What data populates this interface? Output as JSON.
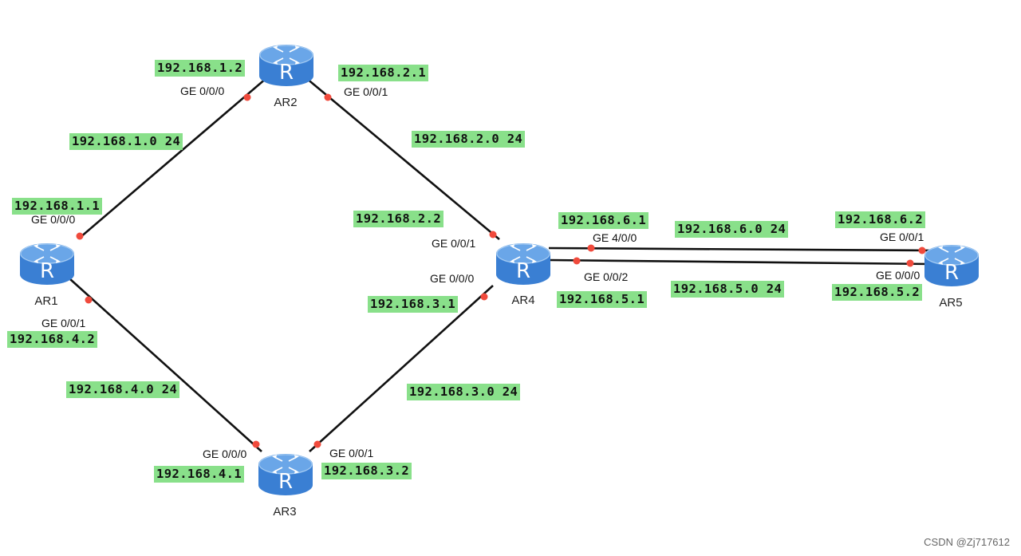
{
  "routers": {
    "ar1": {
      "name": "AR1",
      "glyph": "R"
    },
    "ar2": {
      "name": "AR2",
      "glyph": "R"
    },
    "ar3": {
      "name": "AR3",
      "glyph": "R"
    },
    "ar4": {
      "name": "AR4",
      "glyph": "R"
    },
    "ar5": {
      "name": "AR5",
      "glyph": "R"
    }
  },
  "ports": {
    "ar2_ge000": "GE 0/0/0",
    "ar2_ge001": "GE 0/0/1",
    "ar1_ge000": "GE 0/0/0",
    "ar1_ge001": "GE 0/0/1",
    "ar4_ge001": "GE 0/0/1",
    "ar4_ge000": "GE 0/0/0",
    "ar4_ge400": "GE 4/0/0",
    "ar4_ge002": "GE 0/0/2",
    "ar5_ge001": "GE 0/0/1",
    "ar5_ge000": "GE 0/0/0",
    "ar3_ge000": "GE 0/0/0",
    "ar3_ge001": "GE 0/0/1"
  },
  "addresses": {
    "ar2_ge000_ip": "192.168.1.2",
    "ar2_ge001_ip": "192.168.2.1",
    "ar1_ge000_ip": "192.168.1.1",
    "ar1_ge001_ip": "192.168.4.2",
    "ar4_ge001_ip": "192.168.2.2",
    "ar4_ge000_ip": "192.168.3.1",
    "ar4_ge400_ip": "192.168.6.1",
    "ar4_ge002_ip": "192.168.5.1",
    "ar5_ge001_ip": "192.168.6.2",
    "ar5_ge000_ip": "192.168.5.2",
    "ar3_ge000_ip": "192.168.4.1",
    "ar3_ge001_ip": "192.168.3.2"
  },
  "networks": {
    "net_1": "192.168.1.0 24",
    "net_2": "192.168.2.0 24",
    "net_3": "192.168.3.0 24",
    "net_4": "192.168.4.0 24",
    "net_5": "192.168.5.0 24",
    "net_6": "192.168.6.0 24"
  },
  "watermark": "CSDN @Zj717612",
  "colors": {
    "label_background": "#89e08a",
    "link": "#111111",
    "port_dot": "#f04a3c",
    "router_body": "#3a7fd3",
    "router_top": "#6aa6e8"
  }
}
